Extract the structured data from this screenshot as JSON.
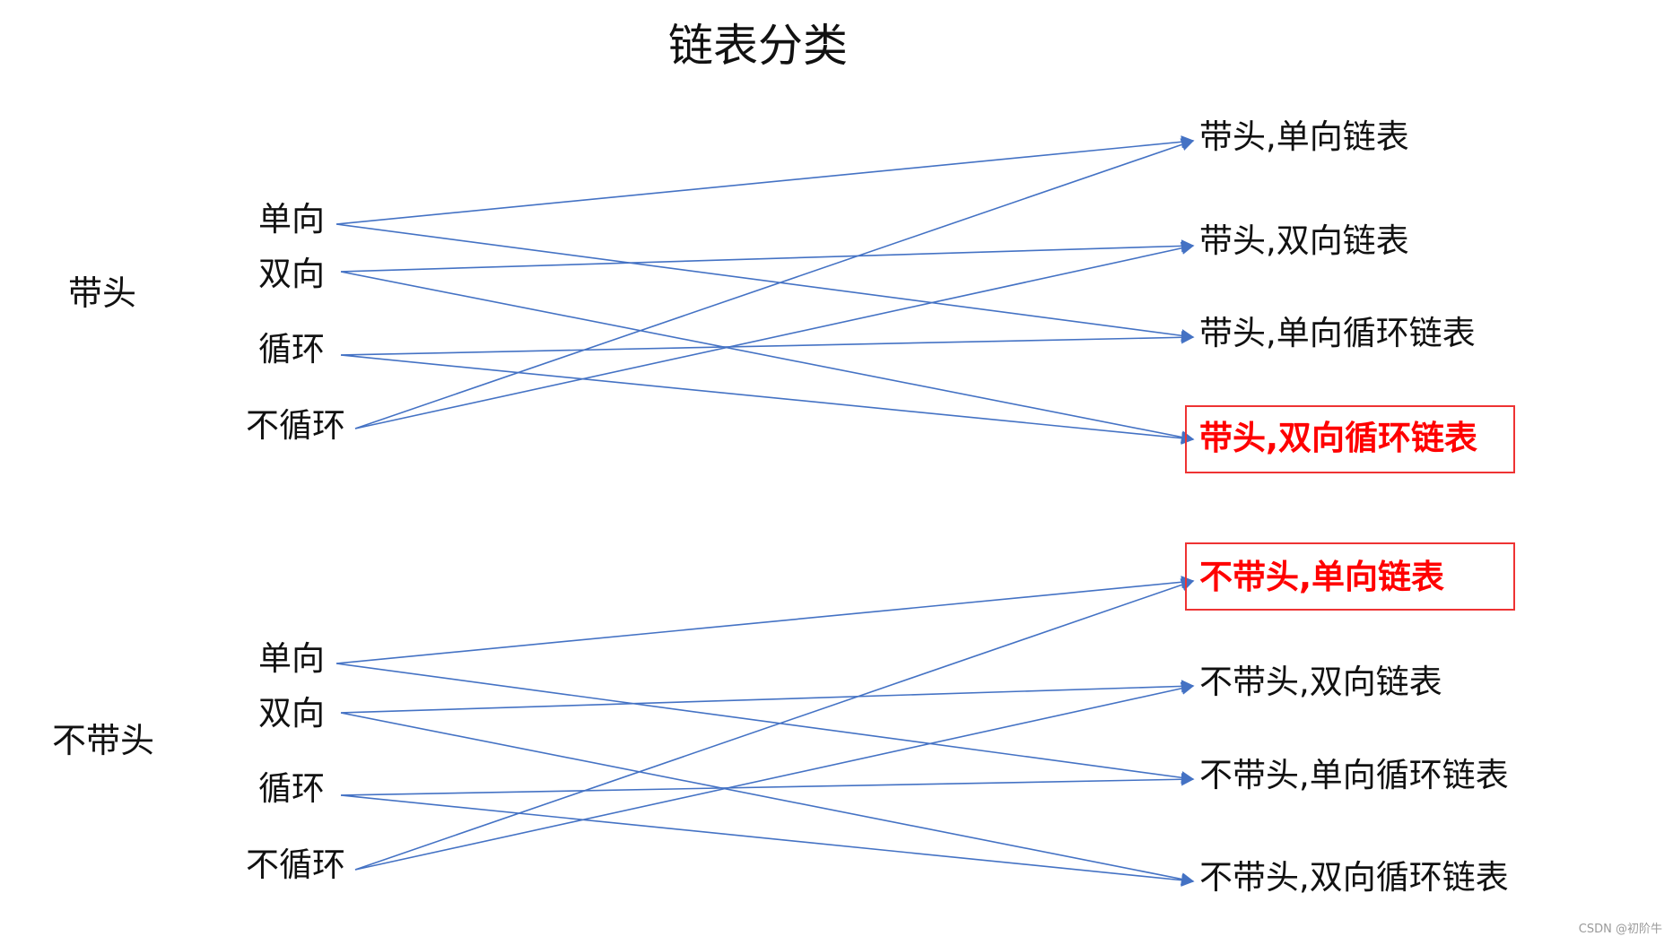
{
  "title": "链表分类",
  "groups": [
    {
      "name": "带头",
      "options": [
        "单向",
        "双向",
        "循环",
        "不循环"
      ],
      "results": [
        {
          "text": "带头,单向链表",
          "highlighted": false
        },
        {
          "text": "带头,双向链表",
          "highlighted": false
        },
        {
          "text": "带头,单向循环链表",
          "highlighted": false
        },
        {
          "text": "带头,双向循环链表",
          "highlighted": true
        }
      ],
      "links": [
        {
          "from": "单向",
          "to": "带头,单向链表"
        },
        {
          "from": "单向",
          "to": "带头,单向循环链表"
        },
        {
          "from": "双向",
          "to": "带头,双向链表"
        },
        {
          "from": "双向",
          "to": "带头,双向循环链表"
        },
        {
          "from": "循环",
          "to": "带头,单向循环链表"
        },
        {
          "from": "循环",
          "to": "带头,双向循环链表"
        },
        {
          "from": "不循环",
          "to": "带头,单向链表"
        },
        {
          "from": "不循环",
          "to": "带头,双向链表"
        }
      ]
    },
    {
      "name": "不带头",
      "options": [
        "单向",
        "双向",
        "循环",
        "不循环"
      ],
      "results": [
        {
          "text": "不带头,单向链表",
          "highlighted": true
        },
        {
          "text": "不带头,双向链表",
          "highlighted": false
        },
        {
          "text": "不带头,单向循环链表",
          "highlighted": false
        },
        {
          "text": "不带头,双向循环链表",
          "highlighted": false
        }
      ],
      "links": [
        {
          "from": "单向",
          "to": "不带头,单向链表"
        },
        {
          "from": "单向",
          "to": "不带头,单向循环链表"
        },
        {
          "from": "双向",
          "to": "不带头,双向链表"
        },
        {
          "from": "双向",
          "to": "不带头,双向循环链表"
        },
        {
          "from": "循环",
          "to": "不带头,单向循环链表"
        },
        {
          "from": "循环",
          "to": "不带头,双向循环链表"
        },
        {
          "from": "不循环",
          "to": "不带头,单向链表"
        },
        {
          "from": "不循环",
          "to": "不带头,双向链表"
        }
      ]
    }
  ],
  "colors": {
    "arrow": "#4472c4",
    "highlight_text": "#ff0000",
    "highlight_border": "#e33333"
  },
  "watermark": "CSDN @初阶牛"
}
